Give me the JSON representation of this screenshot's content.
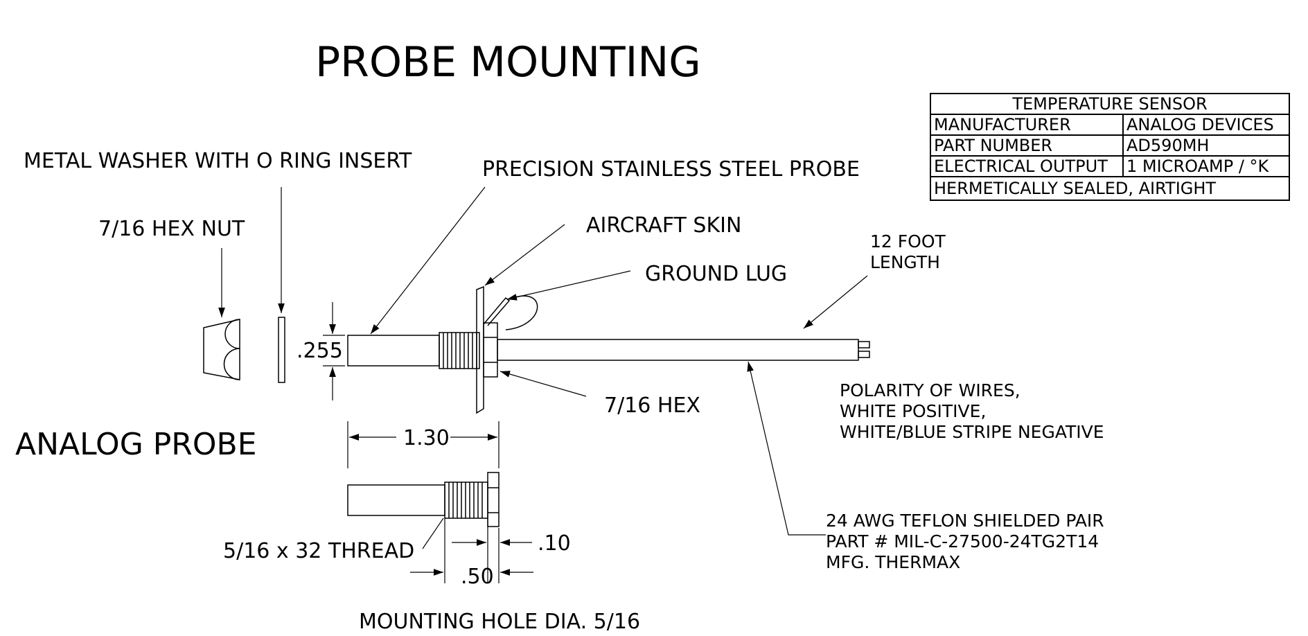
{
  "title": "PROBE MOUNTING",
  "subtitle": "ANALOG PROBE",
  "labels": {
    "washer": "METAL WASHER WITH O RING INSERT",
    "hex_nut": "7/16 HEX NUT",
    "probe": "PRECISION STAINLESS STEEL PROBE",
    "skin": "AIRCRAFT SKIN",
    "ground_lug": "GROUND LUG",
    "hex": "7/16 HEX",
    "thread": "5/16 x 32 THREAD",
    "mounting_hole": "MOUNTING HOLE DIA.  5/16",
    "length": [
      "12 FOOT",
      "LENGTH"
    ],
    "polarity": [
      "POLARITY OF WIRES,",
      "WHITE POSITIVE,",
      "WHITE/BLUE STRIPE NEGATIVE"
    ],
    "cable": [
      "24 AWG TEFLON SHIELDED PAIR",
      "PART # MIL-C-27500-24TG2T14",
      "MFG. THERMAX"
    ]
  },
  "dimensions": {
    "diameter": ".255",
    "probe_length": "1.30",
    "hex_thickness": ".10",
    "thread_length": ".50"
  },
  "spec_table": {
    "header": "TEMPERATURE SENSOR",
    "rows": [
      [
        "MANUFACTURER",
        "ANALOG DEVICES"
      ],
      [
        "PART NUMBER",
        "AD590MH"
      ],
      [
        "ELECTRICAL OUTPUT",
        "1 MICROAMP / °K"
      ]
    ],
    "footer": "HERMETICALLY SEALED, AIRTIGHT"
  }
}
